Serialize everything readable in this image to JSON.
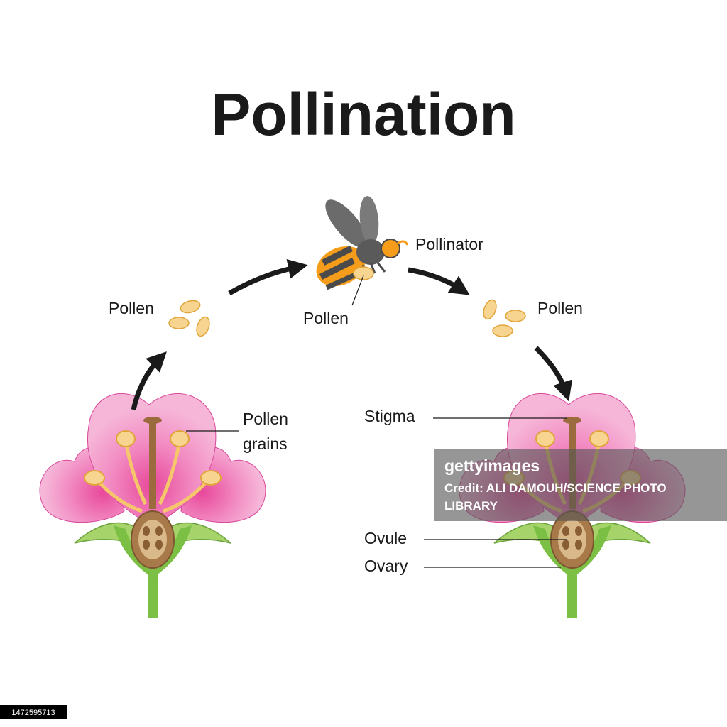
{
  "title": "Pollination",
  "labels": {
    "pollen_left": "Pollen",
    "pollen_bee": "Pollen",
    "pollinator": "Pollinator",
    "pollen_right": "Pollen",
    "pollen_grains_line1": "Pollen",
    "pollen_grains_line2": "grains",
    "stigma": "Stigma",
    "ovule": "Ovule",
    "ovary": "Ovary"
  },
  "watermark": {
    "logo": "gettyimages",
    "credit_line1": "Credit: ALI DAMOUH/SCIENCE PHOTO",
    "credit_line2": "LIBRARY"
  },
  "image_id": "1472595713",
  "colors": {
    "petal": "#f29cc9",
    "petal_dark": "#e0529e",
    "sepal": "#a6d36a",
    "stem": "#7bbf45",
    "style": "#9b6a3d",
    "ovary": "#a87a4a",
    "filament": "#f5c76a",
    "pollen": "#f7d590",
    "bee_body": "#6b6b6b",
    "bee_stripe": "#f59d1a"
  }
}
